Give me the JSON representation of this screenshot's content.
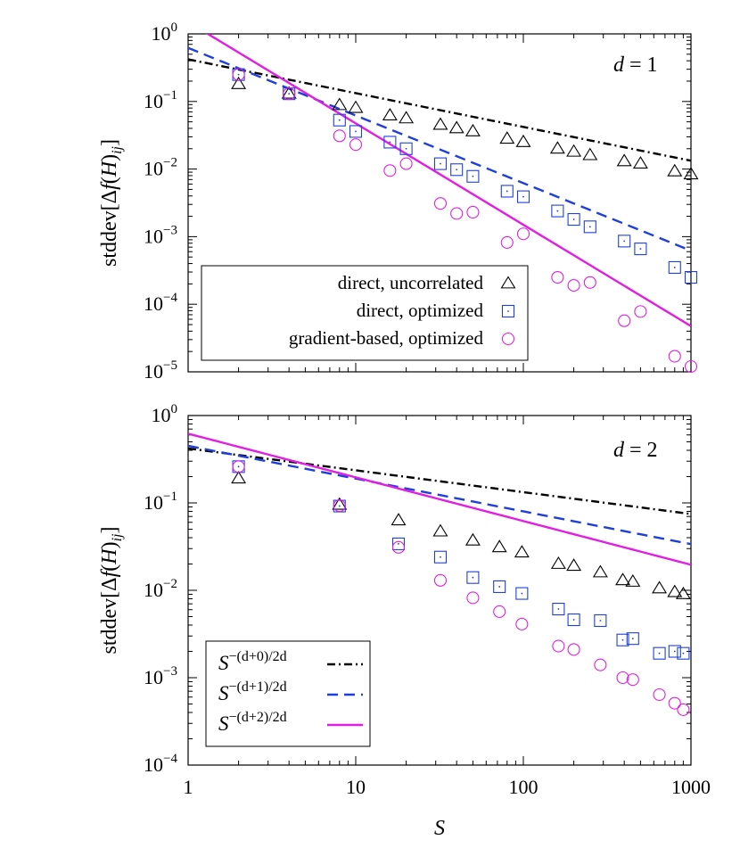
{
  "chart_data": [
    {
      "type": "scatter",
      "panel_label": "d = 1",
      "ylabel": "stddev[Δf(H)ij]",
      "xlabel": "",
      "xscale": "log",
      "yscale": "log",
      "xlim": [
        1,
        1000
      ],
      "ylim": [
        1e-05,
        1
      ],
      "x_ticks": [
        1,
        10,
        100,
        1000
      ],
      "x_tick_labels": [
        "",
        "",
        "",
        ""
      ],
      "y_ticks": [
        1e-05,
        0.0001,
        0.001,
        0.01,
        0.1,
        1
      ],
      "y_tick_labels": [
        [
          "10",
          "−5"
        ],
        [
          "10",
          "−4"
        ],
        [
          "10",
          "−3"
        ],
        [
          "10",
          "−2"
        ],
        [
          "10",
          "−1"
        ],
        [
          "10",
          "0"
        ]
      ],
      "lines": [
        {
          "style": "dashdot",
          "color": "#000000",
          "exponent": -0.5,
          "coef": 0.42
        },
        {
          "style": "dashed",
          "color": "#1f3fdc",
          "exponent": -1.0,
          "coef": 0.62
        },
        {
          "style": "solid",
          "color": "#e21ee2",
          "exponent": -1.5,
          "coef": 1.5
        }
      ],
      "series": [
        {
          "name": "direct, uncorrelated",
          "marker": "triangle",
          "color": "#000000",
          "x": [
            2,
            4,
            8,
            10,
            16,
            20,
            32,
            40,
            50,
            80,
            100,
            160,
            200,
            250,
            400,
            500,
            800,
            1000
          ],
          "y": [
            0.18,
            0.13,
            0.088,
            0.08,
            0.062,
            0.056,
            0.045,
            0.04,
            0.036,
            0.028,
            0.025,
            0.02,
            0.018,
            0.016,
            0.013,
            0.012,
            0.0092,
            0.0083
          ]
        },
        {
          "name": "direct, optimized",
          "marker": "square",
          "color": "#1f3fdc",
          "x": [
            2,
            4,
            8,
            10,
            16,
            20,
            32,
            40,
            50,
            80,
            100,
            160,
            200,
            250,
            400,
            500,
            800,
            1000
          ],
          "y": [
            0.25,
            0.13,
            0.053,
            0.036,
            0.025,
            0.02,
            0.012,
            0.0098,
            0.0078,
            0.0047,
            0.0039,
            0.0024,
            0.0018,
            0.0014,
            0.00086,
            0.00066,
            0.00035,
            0.00025
          ]
        },
        {
          "name": "gradient-based, optimized",
          "marker": "circle",
          "color": "#e21ee2",
          "x": [
            2,
            4,
            8,
            10,
            16,
            20,
            32,
            40,
            50,
            80,
            100,
            160,
            200,
            250,
            400,
            500,
            800,
            1000
          ],
          "y": [
            0.25,
            0.13,
            0.031,
            0.023,
            0.0095,
            0.012,
            0.0031,
            0.0022,
            0.0023,
            0.00082,
            0.0011,
            0.00025,
            0.00019,
            0.00021,
            5.7e-05,
            7.8e-05,
            1.7e-05,
            1.2e-05
          ]
        }
      ],
      "legend": {
        "placement": "lower-left",
        "entries": [
          "direct, uncorrelated",
          "direct, optimized",
          "gradient-based, optimized"
        ]
      }
    },
    {
      "type": "scatter",
      "panel_label": "d = 2",
      "ylabel": "stddev[Δf(H)ij]",
      "xlabel": "S",
      "xscale": "log",
      "yscale": "log",
      "xlim": [
        1,
        1000
      ],
      "ylim": [
        0.0001,
        1
      ],
      "x_ticks": [
        1,
        10,
        100,
        1000
      ],
      "x_tick_labels": [
        "1",
        "10",
        "100",
        "1000"
      ],
      "y_ticks": [
        0.0001,
        0.001,
        0.01,
        0.1,
        1
      ],
      "y_tick_labels": [
        [
          "10",
          "−4"
        ],
        [
          "10",
          "−3"
        ],
        [
          "10",
          "−2"
        ],
        [
          "10",
          "−1"
        ],
        [
          "10",
          "0"
        ]
      ],
      "lines": [
        {
          "name": "S^-(d+0)/2d",
          "style": "dashdot",
          "color": "#000000",
          "exponent": -0.25,
          "coef": 0.42
        },
        {
          "name": "S^-(d+1)/2d",
          "style": "dashed",
          "color": "#1f3fdc",
          "exponent": -0.375,
          "coef": 0.45
        },
        {
          "name": "S^-(d+2)/2d",
          "style": "solid",
          "color": "#e21ee2",
          "exponent": -0.5,
          "coef": 0.62
        }
      ],
      "series": [
        {
          "marker": "triangle",
          "color": "#000000",
          "x": [
            2,
            8,
            18,
            32,
            50,
            72,
            98,
            162,
            200,
            288,
            392,
            450,
            648,
            800,
            900
          ],
          "y": [
            0.19,
            0.095,
            0.063,
            0.047,
            0.037,
            0.031,
            0.027,
            0.02,
            0.019,
            0.016,
            0.013,
            0.0125,
            0.0105,
            0.0095,
            0.009
          ]
        },
        {
          "marker": "square",
          "color": "#1f3fdc",
          "x": [
            2,
            8,
            18,
            32,
            50,
            72,
            98,
            162,
            200,
            288,
            392,
            450,
            648,
            800,
            900
          ],
          "y": [
            0.26,
            0.092,
            0.034,
            0.024,
            0.014,
            0.011,
            0.0092,
            0.0061,
            0.0046,
            0.0045,
            0.0027,
            0.0028,
            0.0019,
            0.002,
            0.0019
          ]
        },
        {
          "marker": "circle",
          "color": "#e21ee2",
          "x": [
            2,
            8,
            18,
            32,
            50,
            72,
            98,
            162,
            200,
            288,
            392,
            450,
            648,
            800,
            900
          ],
          "y": [
            0.26,
            0.093,
            0.031,
            0.013,
            0.0082,
            0.0057,
            0.0041,
            0.0023,
            0.0021,
            0.0014,
            0.001,
            0.00095,
            0.00064,
            0.00051,
            0.00043
          ]
        }
      ],
      "legend": {
        "placement": "lower-left",
        "entries": [
          [
            "S",
            "−(d+0)/2d"
          ],
          [
            "S",
            "−(d+1)/2d"
          ],
          [
            "S",
            "−(d+2)/2d"
          ]
        ]
      }
    }
  ]
}
